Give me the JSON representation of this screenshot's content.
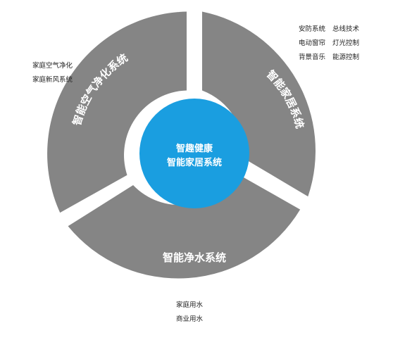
{
  "colors": {
    "segment": "#858585",
    "center": "#1a9ee0",
    "segment_text": "#ffffff",
    "center_text": "#ffffff",
    "note_text": "#222222"
  },
  "center": {
    "line1": "智趣健康",
    "line2": "智能家居系统"
  },
  "segments": {
    "left": {
      "label": "智能空气净化系统"
    },
    "right": {
      "label": "智能家居系统"
    },
    "bottom": {
      "label": "智能净水系统"
    }
  },
  "notes": {
    "left": [
      "家庭空气净化",
      "家庭新风系统"
    ],
    "right": [
      [
        "安防系统",
        "总线技术"
      ],
      [
        "电动窗帘",
        "灯光控制"
      ],
      [
        "背景音乐",
        "能源控制"
      ]
    ],
    "bottom": [
      "家庭用水",
      "商业用水"
    ]
  }
}
